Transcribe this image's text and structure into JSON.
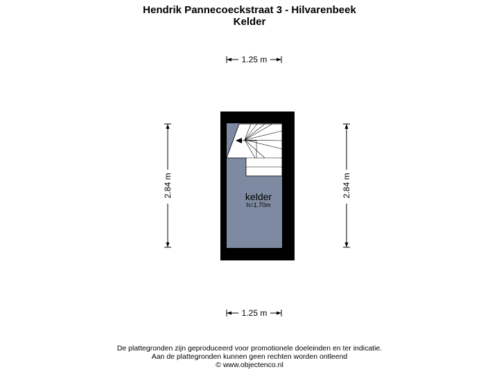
{
  "header": {
    "address": "Hendrik Pannecoeckstraat 3 - Hilvarenbeek",
    "floor": "Kelder"
  },
  "dimensions": {
    "width_top": "1.25 m",
    "width_bottom": "1.25 m",
    "height_left": "2.84 m",
    "height_right": "2.84 m"
  },
  "room": {
    "name": "kelder",
    "height_note": "h=1.70m"
  },
  "colors": {
    "wall": "#000000",
    "floor": "#7d8aa1",
    "stairs": "#ffffff"
  },
  "footer": {
    "line1": "De plattegronden zijn geproduceerd voor promotionele doeleinden en ter indicatie.",
    "line2": "Aan de plattegronden kunnen geen rechten worden ontleend",
    "line3": "© www.objectenco.nl"
  }
}
